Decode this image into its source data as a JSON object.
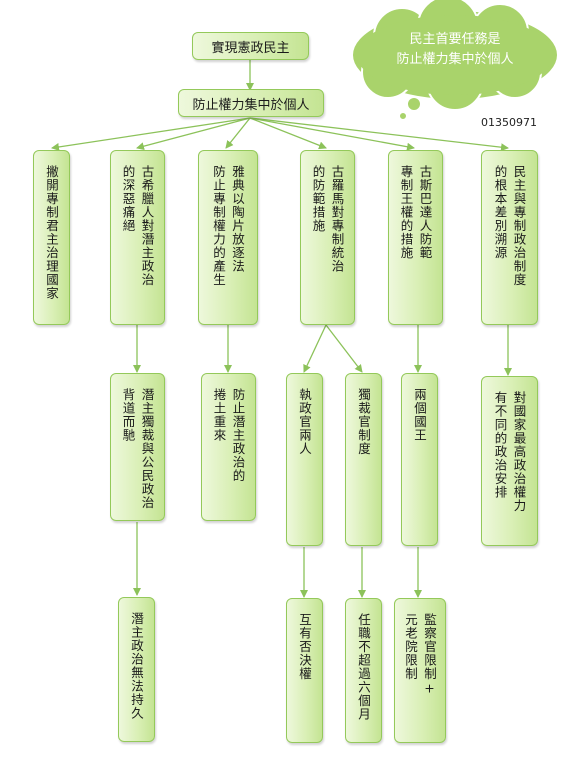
{
  "diagram": {
    "root": "實現憲政民主",
    "main": "防止權力集中於個人",
    "callout": {
      "line1": "民主首要任務是",
      "line2": "防止權力集中於個人"
    },
    "code": "01350971",
    "branches": [
      {
        "label": "撇開專制君主治理國家"
      },
      {
        "label": "古希臘人對潛主政治\n的深惡痛絕",
        "children": [
          "潛主獨裁與公民政治\n背道而馳",
          "潛主政治無法持久"
        ]
      },
      {
        "label": "雅典以陶片放逐法\n防止專制權力的產生",
        "children": [
          "防止潛主政治的\n捲土重來"
        ]
      },
      {
        "label": "古羅馬對專制統治\n的防範措施",
        "children": [
          "執政官兩人",
          "互有否決權",
          "獨裁官制度",
          "任職不超過六個月"
        ]
      },
      {
        "label": "古斯巴達人防範\n專制王權的措施",
        "children": [
          "兩個國王",
          "監察官限制+\n元老院限制"
        ]
      },
      {
        "label": "民主與專制政治制度\n的根本差別溯源",
        "children": [
          "對國家最高政治權力\n有不同的政治安排"
        ]
      }
    ]
  },
  "colors": {
    "box_border": "#94c95a",
    "box_fill": "#d9efb5",
    "cloud_fill": "#a9d36b",
    "connector": "#8cc25a"
  }
}
